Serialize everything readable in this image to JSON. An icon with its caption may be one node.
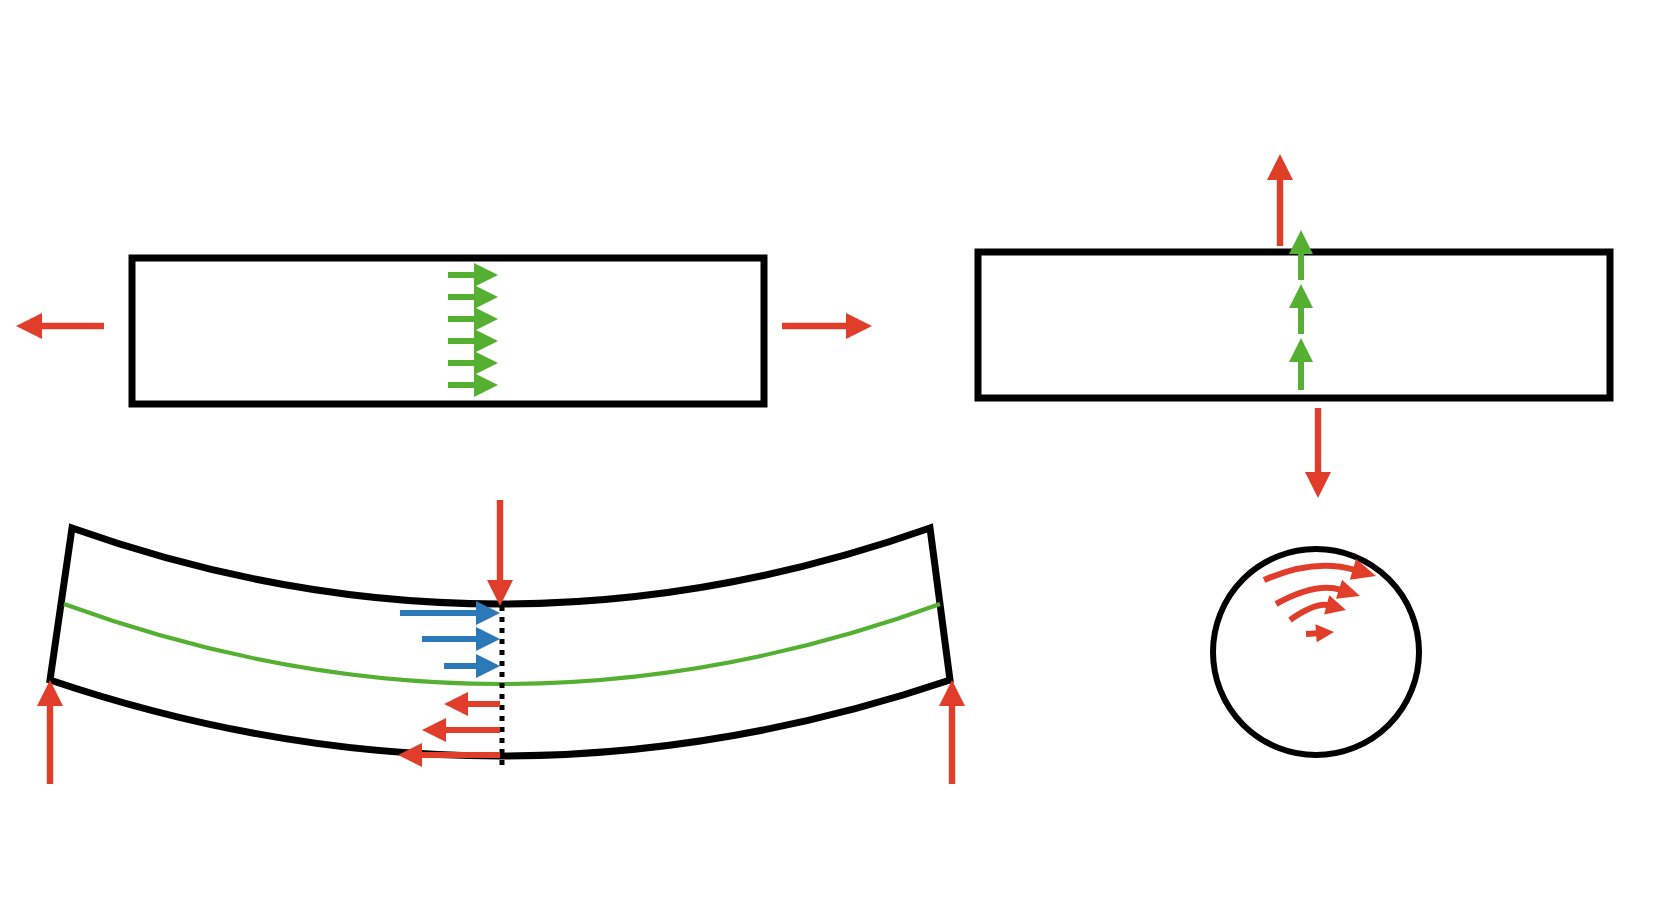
{
  "diagram": {
    "nodes": [
      {
        "text": [],
        "shape": "box"
      },
      {
        "text": [],
        "shape": "box"
      },
      {
        "text": [],
        "shape": "bar"
      },
      {
        "text": [],
        "shape": "circle"
      }
    ]
  }
}
